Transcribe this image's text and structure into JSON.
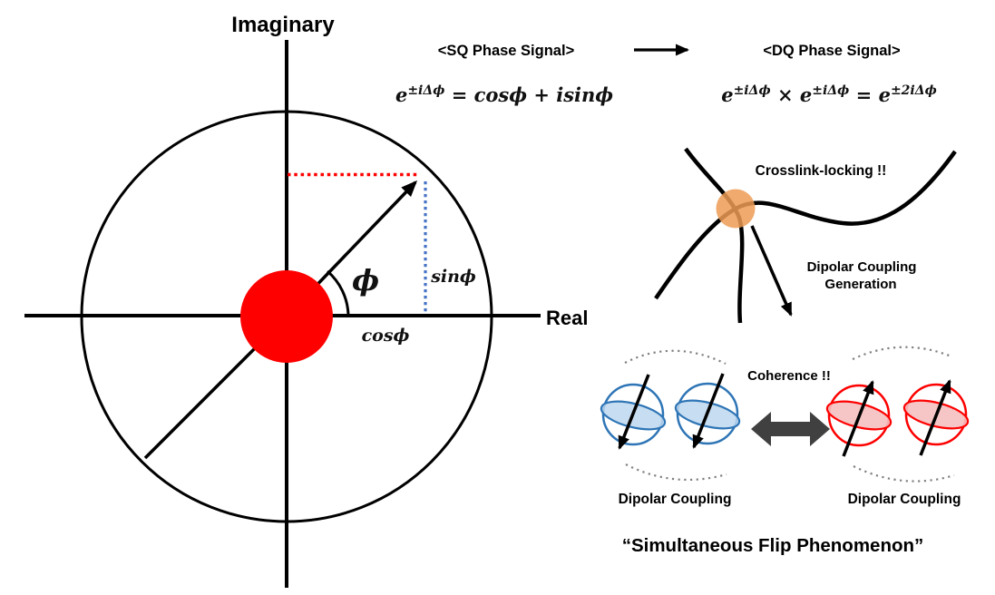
{
  "colors": {
    "red": "#fe0000",
    "proj_blue": "#4472c4",
    "blue": "#2e75b6",
    "blue_fill": "#bdd7ee",
    "red_fill": "#f5bfbf",
    "orange": "#ed9b53",
    "arrow_gray": "#404040",
    "dot_gray": "#808080"
  },
  "complex_plane": {
    "imaginary_label": "Imaginary",
    "real_label": "Real",
    "phi_label": "ϕ",
    "sin_label": "sinϕ",
    "cos_label": "cosϕ"
  },
  "signal_flow": {
    "sq_label": "<SQ Phase Signal>",
    "dq_label": "<DQ Phase Signal>",
    "sq_equation": {
      "e": "e",
      "sup": "±iΔϕ",
      "rest": " = cosϕ + isinϕ"
    },
    "dq_equation": {
      "e1": "e",
      "sup1": "±iΔϕ",
      "times": " × ",
      "e2": "e",
      "sup2": "±iΔϕ",
      "equals": " = ",
      "e3": "e",
      "sup3": "±2iΔϕ"
    }
  },
  "crosslink": {
    "title": "Crosslink-locking !!",
    "caption_line1": "Dipolar Coupling",
    "caption_line2": "Generation"
  },
  "coherence": {
    "title": "Coherence !!",
    "left_caption": "Dipolar Coupling",
    "right_caption": "Dipolar Coupling",
    "bottom_title": "“Simultaneous Flip Phenomenon”"
  }
}
